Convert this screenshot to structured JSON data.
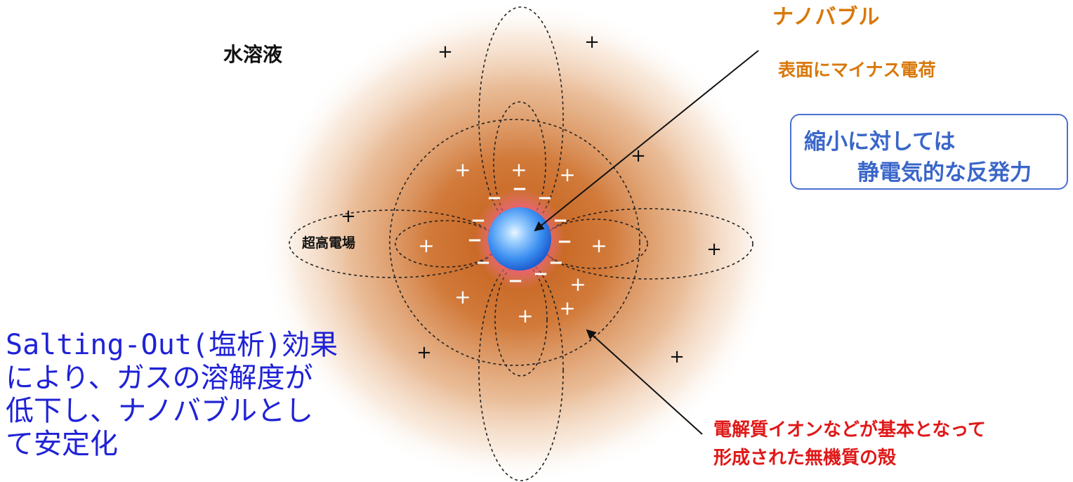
{
  "labels": {
    "aqueous": "水溶液",
    "high_field": "超高電場",
    "nanobubble_title": "ナノバブル",
    "nanobubble_surface": "表面にマイナス電荷"
  },
  "callout": {
    "line1": "縮小に対しては",
    "line2": "静電気的な反発力"
  },
  "salting_out": {
    "lines": [
      "Salting-Out(塩析)効果",
      "により、ガスの溶解度が",
      "低下し、ナノバブルとし",
      "て安定化"
    ]
  },
  "shell_note": {
    "lines": [
      "電解質イオンなどが基本となって",
      "形成された無機質の殻"
    ]
  },
  "symbols": {
    "plus": "+",
    "minus": "−"
  },
  "colors": {
    "glow": "#c8641e",
    "bubble": "#3b8ff0",
    "halo": "#e8507a",
    "callout_border": "#4a6fd0",
    "nanobubble_text": "#d9780a",
    "callout_text": "#3a66c9",
    "salting_text": "#1f22d6",
    "shell_text": "#e01818"
  }
}
